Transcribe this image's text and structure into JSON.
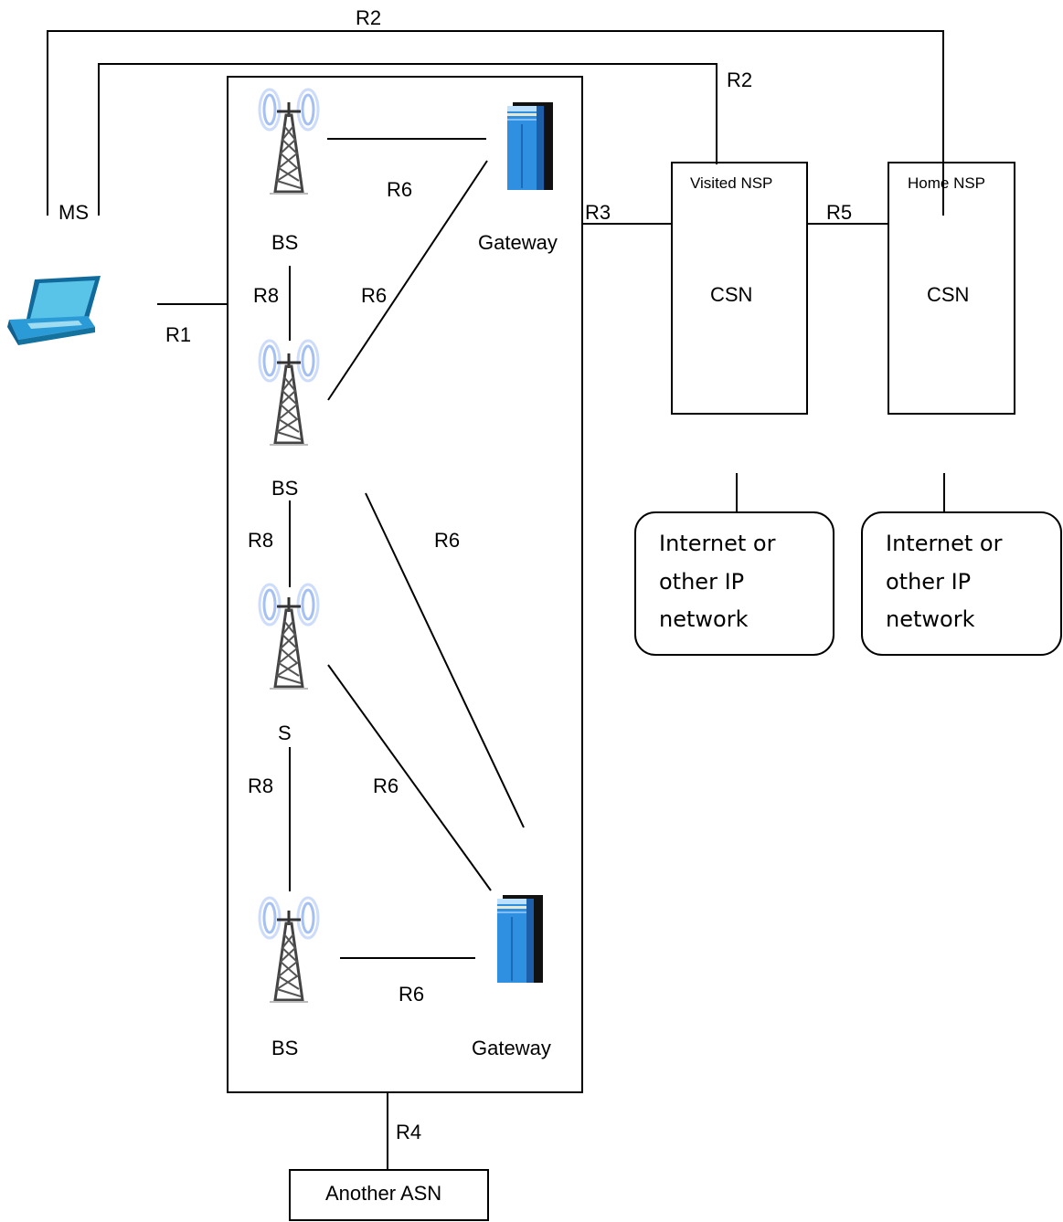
{
  "labels": {
    "ms": "MS",
    "r1": "R1",
    "r2_top": "R2",
    "r2_inner": "R2",
    "r3": "R3",
    "r4": "R4",
    "r5": "R5",
    "r6_top": "R6",
    "r6_diag_upper": "R6",
    "r6_diag_mid": "R6",
    "r6_diag_lower": "R6",
    "r6_bottom": "R6",
    "r8_a": "R8",
    "r8_b": "R8",
    "r8_c": "R8",
    "bs_1": "BS",
    "bs_2": "BS",
    "bs_3": "S",
    "bs_4": "BS",
    "gateway_1": "Gateway",
    "gateway_2": "Gateway",
    "visited_nsp": "Visited NSP",
    "home_nsp": "Home NSP",
    "csn_visited": "CSN",
    "csn_home": "CSN",
    "another_asn": "Another ASN"
  },
  "clouds": {
    "visited": [
      "Internet or",
      "other IP",
      "network"
    ],
    "home": [
      "Internet or",
      "other IP",
      "network"
    ]
  },
  "icons": {
    "ms": "laptop-icon",
    "bs": "cell-tower-icon",
    "gateway": "server-icon"
  },
  "colors": {
    "line": "#000000",
    "tower_signal": "#6f8fe0",
    "server_blue": "#2a7fd0",
    "laptop_blue": "#1d8fc7"
  }
}
